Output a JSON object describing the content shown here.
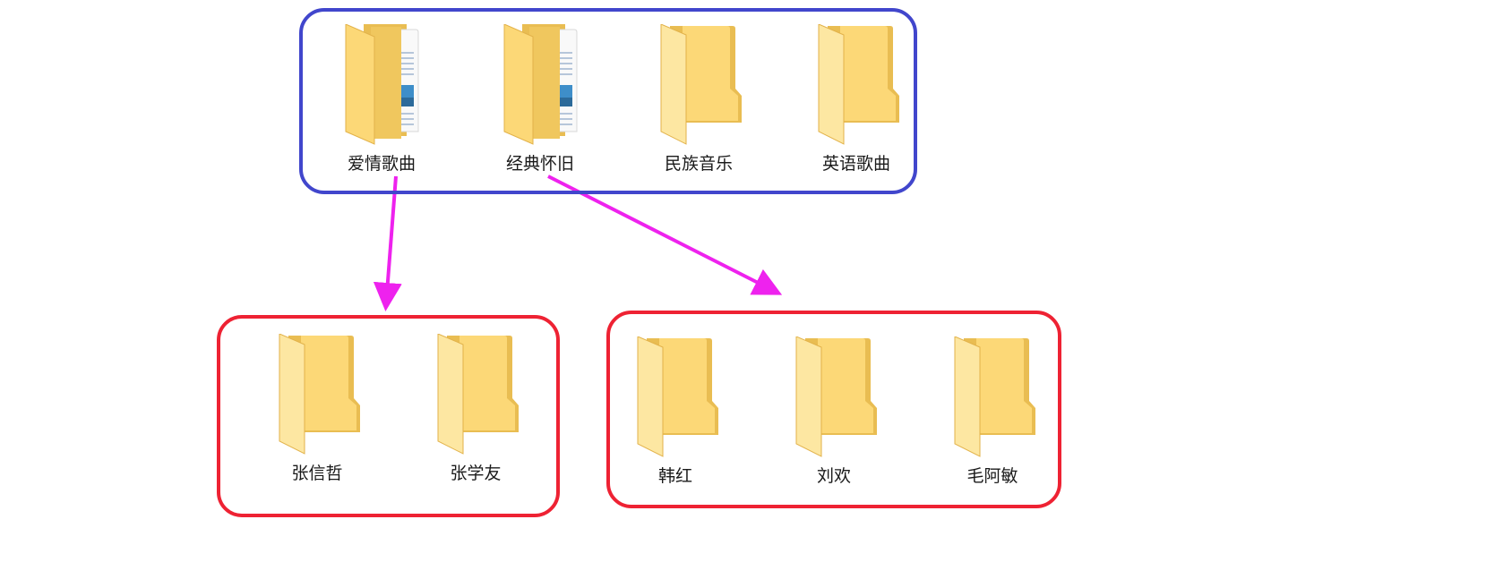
{
  "top_group": {
    "folders": [
      {
        "label": "爱情歌曲",
        "icon": "folder-with-files-icon"
      },
      {
        "label": "经典怀旧",
        "icon": "folder-with-files-icon"
      },
      {
        "label": "民族音乐",
        "icon": "folder-icon"
      },
      {
        "label": "英语歌曲",
        "icon": "folder-icon"
      }
    ],
    "border_color": "#4146cc"
  },
  "left_group": {
    "folders": [
      {
        "label": "张信哲",
        "icon": "folder-icon"
      },
      {
        "label": "张学友",
        "icon": "folder-icon"
      }
    ],
    "border_color": "#ee2233"
  },
  "right_group": {
    "folders": [
      {
        "label": "韩红",
        "icon": "folder-icon"
      },
      {
        "label": "刘欢",
        "icon": "folder-icon"
      },
      {
        "label": "毛阿敏",
        "icon": "folder-icon"
      }
    ],
    "border_color": "#ee2233"
  },
  "arrow_color": "#ee22ee",
  "folder_colors": {
    "back": "#e9bd52",
    "front": "#fcd877",
    "front_light": "#fde7a2"
  }
}
